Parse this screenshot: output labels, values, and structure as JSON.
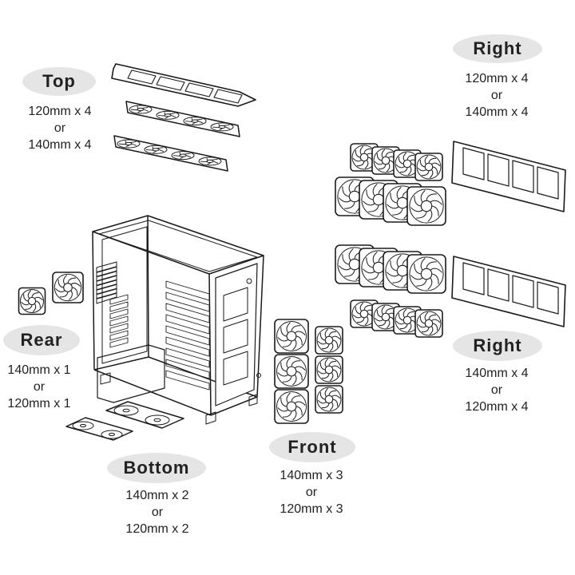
{
  "groups": {
    "top": {
      "label": "Top",
      "line1": "120mm x 4",
      "line2": "or",
      "line3": "140mm x 4"
    },
    "right1": {
      "label": "Right",
      "line1": "120mm x 4",
      "line2": "or",
      "line3": "140mm x 4"
    },
    "rear": {
      "label": "Rear",
      "line1": "140mm x 1",
      "line2": "or",
      "line3": "120mm x 1"
    },
    "right2": {
      "label": "Right",
      "line1": "140mm x 4",
      "line2": "or",
      "line3": "120mm x 4"
    },
    "front": {
      "label": "Front",
      "line1": "140mm x 3",
      "line2": "or",
      "line3": "120mm x 3"
    },
    "bottom": {
      "label": "Bottom",
      "line1": "140mm x 2",
      "line2": "or",
      "line3": "120mm x 2"
    }
  },
  "colors": {
    "pill": "#e5e5e5",
    "line": "#1a1a1a",
    "text": "#222222"
  }
}
